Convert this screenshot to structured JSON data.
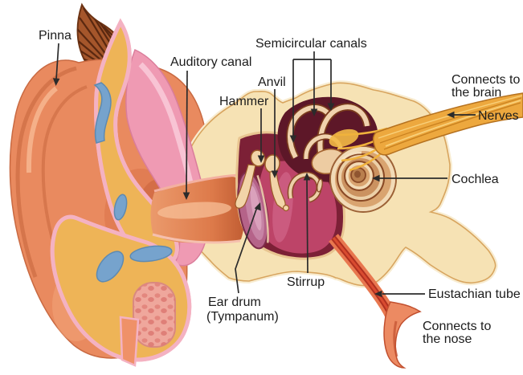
{
  "labels": {
    "pinna": "Pinna",
    "auditory_canal": "Auditory canal",
    "semicircular_canals": "Semicircular canals",
    "anvil": "Anvil",
    "hammer": "Hammer",
    "connects_brain_1": "Connects to",
    "connects_brain_2": "the brain",
    "nerves": "Nerves",
    "cochlea": "Cochlea",
    "stirrup": "Stirrup",
    "ear_drum_1": "Ear drum",
    "ear_drum_2": "(Tympanum)",
    "eustachian_tube": "Eustachian tube",
    "connects_nose_1": "Connects to",
    "connects_nose_2": "the nose"
  },
  "colors": {
    "background": "#ffffff",
    "label_text": "#1c1c1c",
    "skin": "#e98a5f",
    "skin_shadow": "#c25f38",
    "curl_brown": "#a5562b",
    "fat": "#eeb457",
    "rim_pink": "#f4b2c2",
    "band_pink": "#ef9ab3",
    "cartilage_blue": "#76a3cd",
    "bone": "#f6e2b4",
    "bone_pore": "#c08a42",
    "cavity_maroon": "#7c2036",
    "cavity_crimson": "#bd4468",
    "inner_dark": "#5d1728",
    "ossicle_cream": "#f2d4a8",
    "eardrum_plum": "#b56389",
    "cochlea_tan": "#d9a470",
    "nerve_orange": "#eda83e",
    "tube_red": "#b03020",
    "tube_wall": "#ec8a62"
  }
}
